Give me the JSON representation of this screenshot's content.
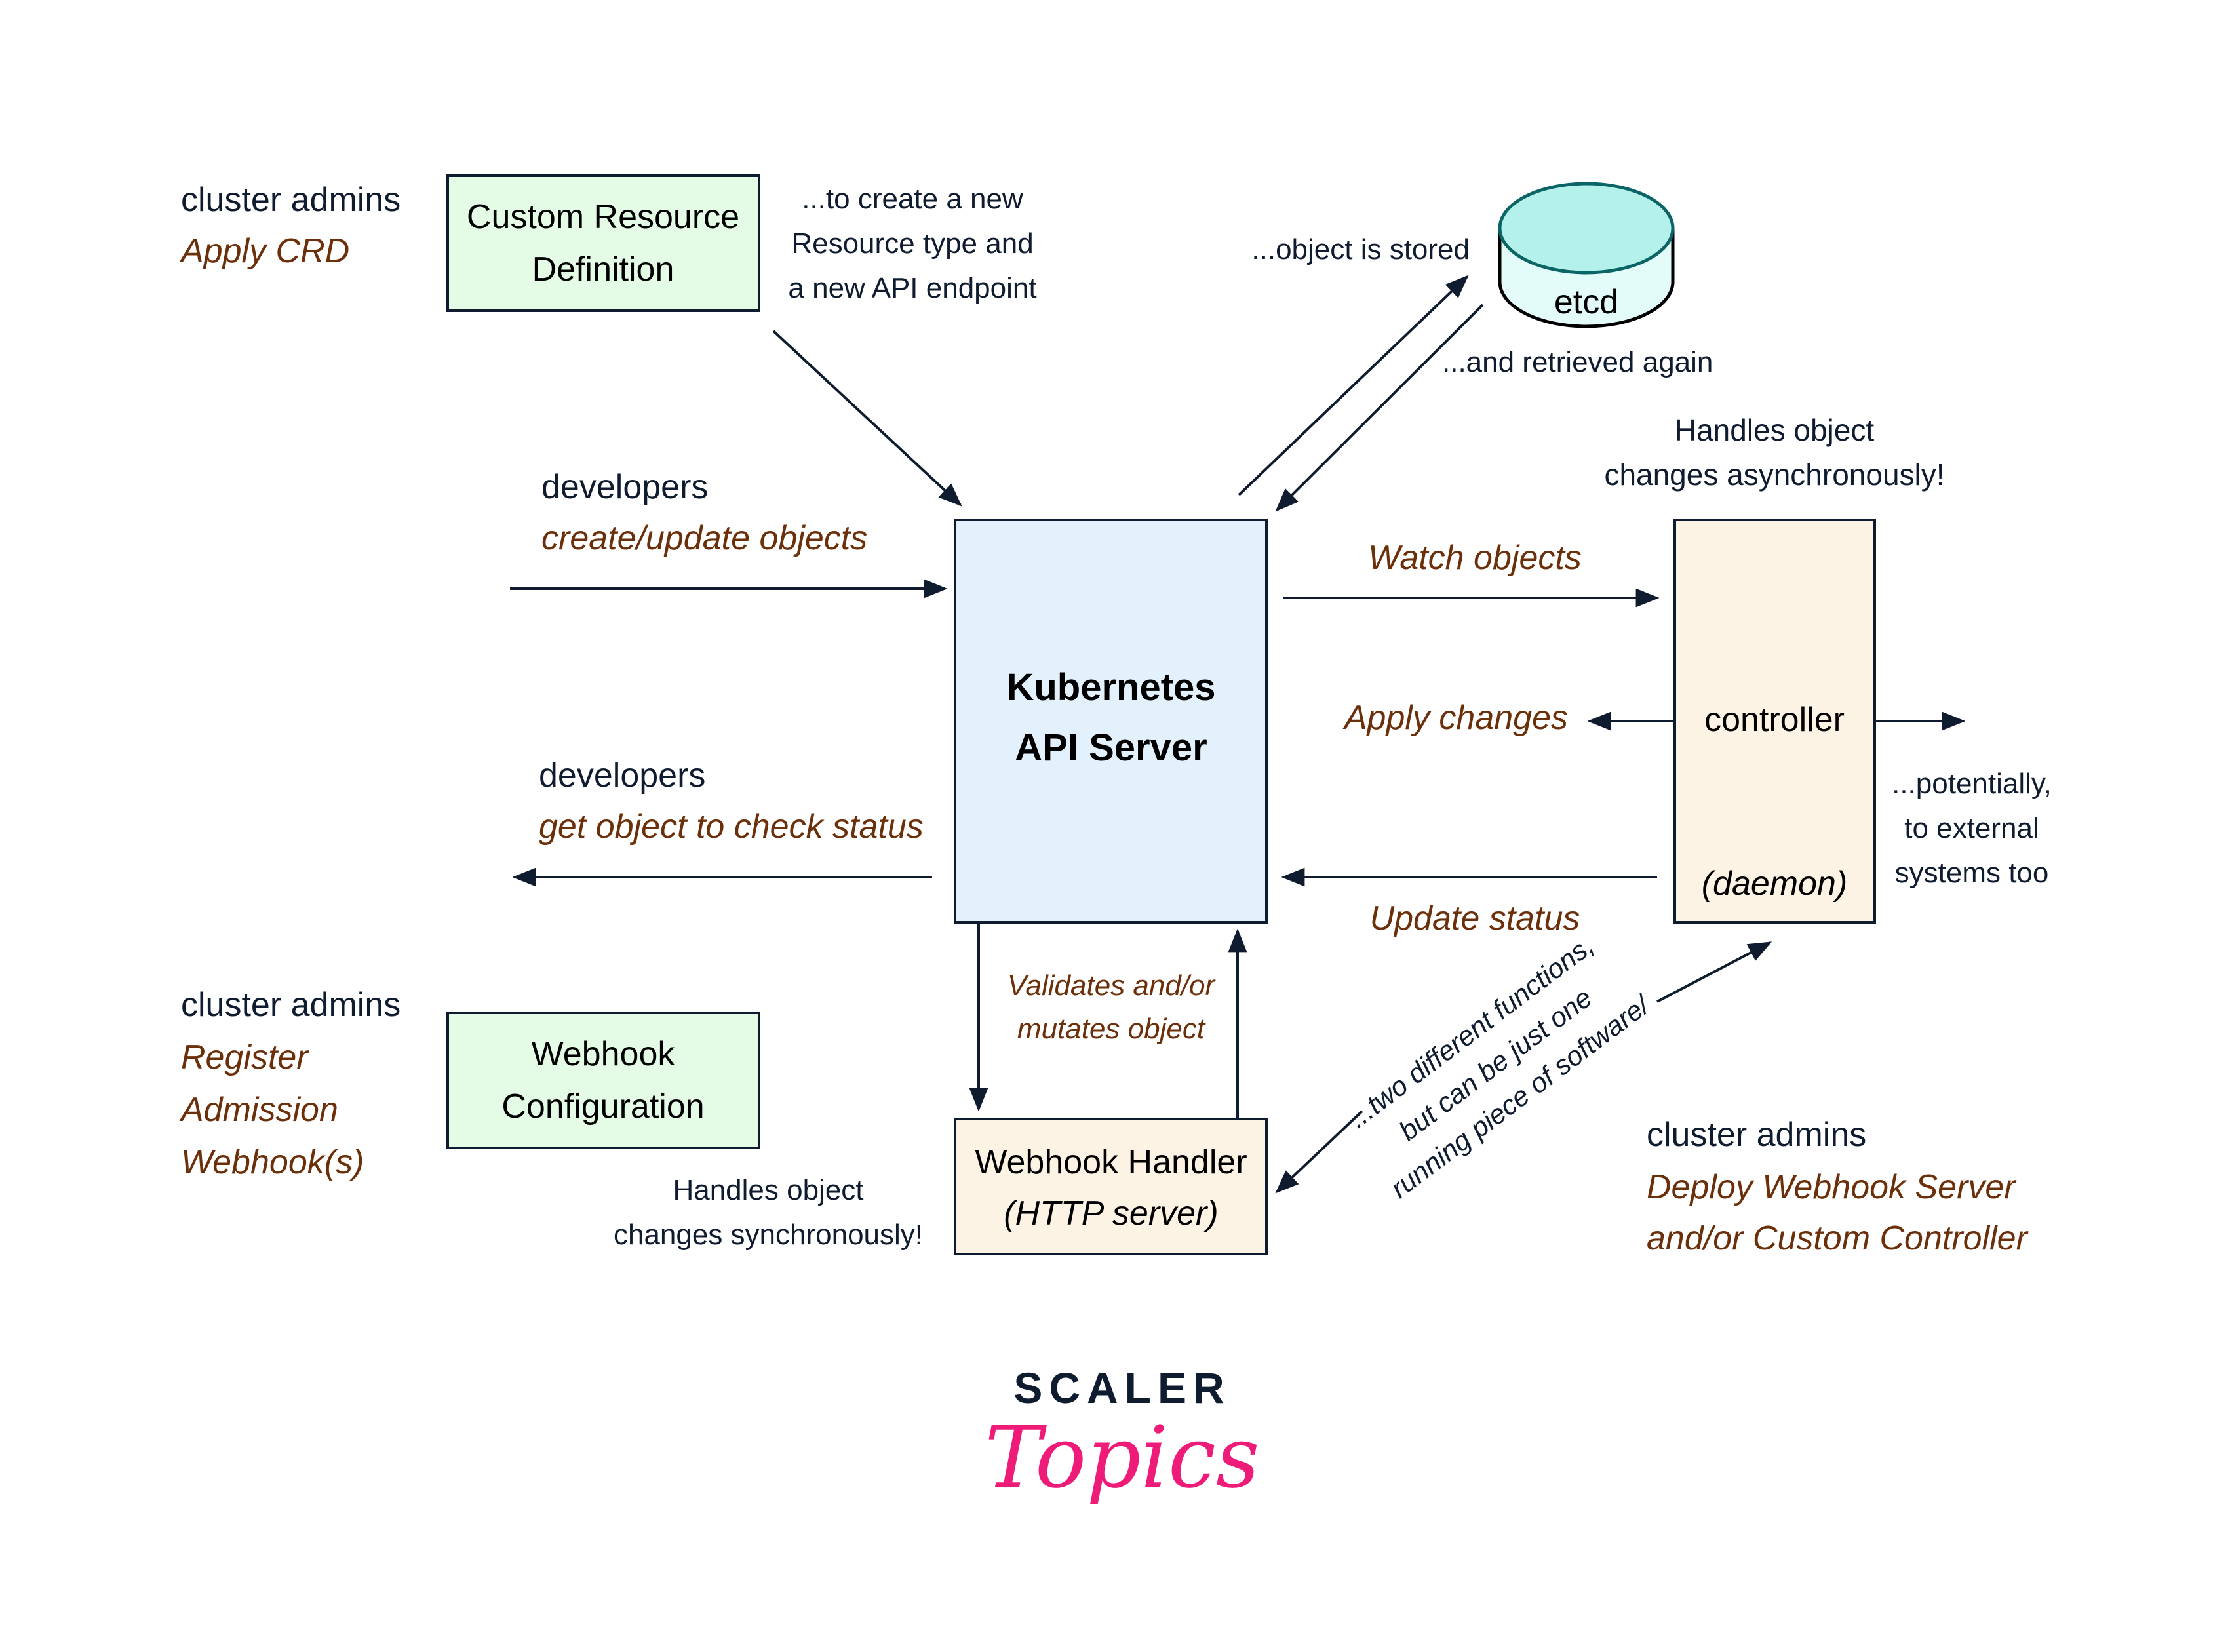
{
  "colors": {
    "text": "#0f1b2e",
    "accent_italic": "#6b2f0a",
    "green_box": "#e4fbe6",
    "blue_box": "#e3f1fd",
    "cream_box": "#fdf3e4",
    "etcd_top": "#b3f1ea",
    "etcd_body": "#e3fcf9",
    "etcd_stroke": "#0b6466",
    "logo_dark": "#0f1b2e",
    "logo_pink": "#ee1c78"
  },
  "boxes": {
    "crd": {
      "line1": "Custom Resource",
      "line2": "Definition"
    },
    "api_server": {
      "line1": "Kubernetes",
      "line2": "API Server"
    },
    "controller": {
      "label": "controller",
      "sub": "(daemon)"
    },
    "webhook_config": {
      "line1": "Webhook",
      "line2": "Configuration"
    },
    "webhook_handler": {
      "line1": "Webhook Handler",
      "line2": "(HTTP server)"
    },
    "etcd": {
      "label": "etcd"
    }
  },
  "actors": {
    "crd_admins": {
      "role": "cluster admins",
      "action": "Apply CRD"
    },
    "dev_create": {
      "role": "developers",
      "action": "create/update objects"
    },
    "dev_get": {
      "role": "developers",
      "action": "get object to check status"
    },
    "webhook_admins": {
      "role": "cluster admins",
      "action_lines": [
        "Register",
        "Admission",
        "Webhook(s)"
      ]
    },
    "deploy_admins": {
      "role": "cluster admins",
      "action_lines": [
        "Deploy Webhook Server",
        "and/or Custom Controller"
      ]
    }
  },
  "notes": {
    "crd_note": [
      "...to create a new",
      "Resource type and",
      "a new API endpoint"
    ],
    "stored": "...object is stored",
    "retrieved": "...and retrieved again",
    "async": [
      "Handles object",
      "changes asynchronously!"
    ],
    "sync": [
      "Handles object",
      "changes synchronously!"
    ],
    "external": [
      "...potentially,",
      "to external",
      "systems too"
    ],
    "two_functions": [
      "...two different functions,",
      "but can be just one",
      "running piece of software/"
    ]
  },
  "edges": {
    "watch": "Watch objects",
    "apply": "Apply changes",
    "update": "Update status",
    "validates": [
      "Validates and/or",
      "mutates object"
    ]
  },
  "logo": {
    "brand": "SCALER",
    "sub": "Topics"
  }
}
